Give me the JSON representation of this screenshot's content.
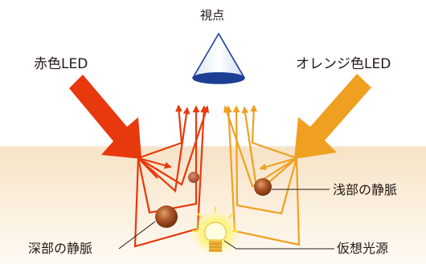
{
  "labels": {
    "viewpoint": "視点",
    "red_led": "赤色LED",
    "orange_led": "オレンジ色LED",
    "shallow_vein": "浅部の静脈",
    "deep_vein": "深部の静脈",
    "virtual_light": "仮想光源"
  },
  "colors": {
    "red": "#e8380d",
    "orange": "#f0a020",
    "skin_top": "#f7e6cc",
    "skin_bottom": "#fdf8f0",
    "cone_blue": "#1c3f94",
    "vein": "#a0522d",
    "bulb_glow": "#fff36b"
  },
  "icons": [
    "eye-cone-icon",
    "light-bulb-icon"
  ]
}
